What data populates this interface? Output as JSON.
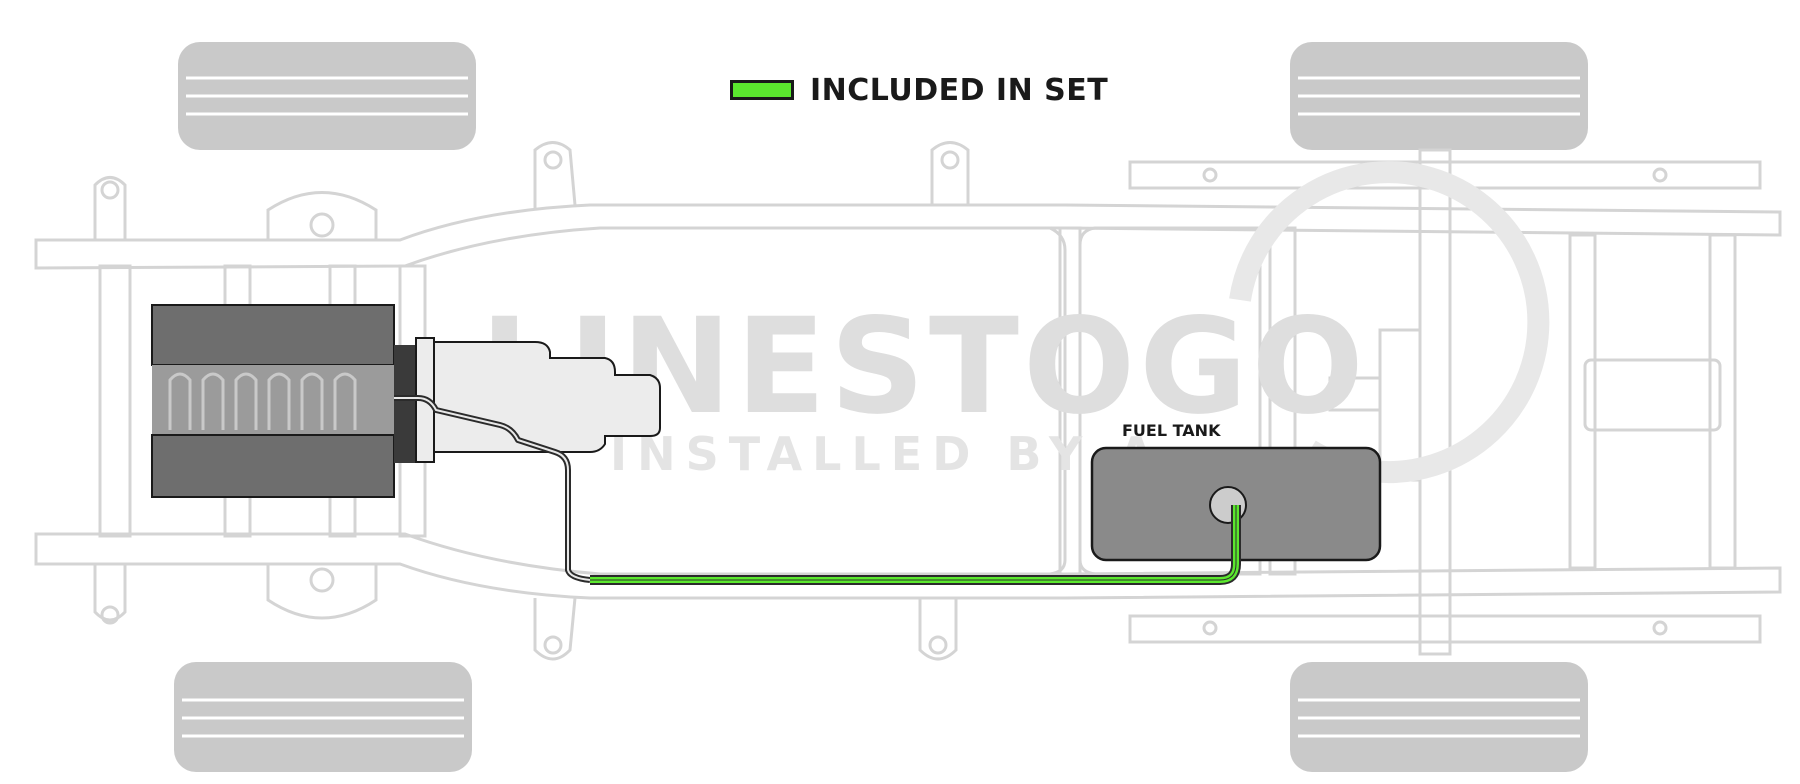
{
  "legend": {
    "label": "INCLUDED IN SET",
    "swatch_color": "#5be82e"
  },
  "components": {
    "fuel_tank_label": "FUEL TANK"
  },
  "watermark": {
    "brand": "LINESTOGO",
    "tagline": "INSTALLED BY A..."
  },
  "colors": {
    "included_line": "#5be82e",
    "existing_line": "#2b2b2b",
    "chassis_outline": "#d4d4d4",
    "engine_dark": "#6e6e6e",
    "transmission": "#ececec",
    "tank": "#8a8a8a",
    "tire": "#c9c9c9"
  }
}
